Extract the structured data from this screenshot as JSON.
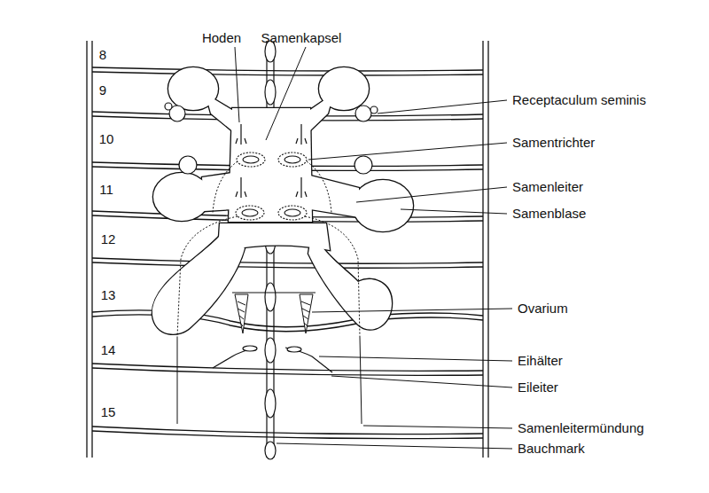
{
  "diagram": {
    "labels": [
      "8",
      "Hoden",
      "Samenkapsel",
      "9",
      "Receptaculum seminis",
      "10",
      "Samentrichter",
      "11",
      "Samenleiter",
      "Samenblase",
      "12",
      "13",
      "Ovarium",
      "14",
      "Eihälter",
      "Eileiter",
      "15",
      "Samenleitermündung",
      "Bauchmark"
    ]
  }
}
